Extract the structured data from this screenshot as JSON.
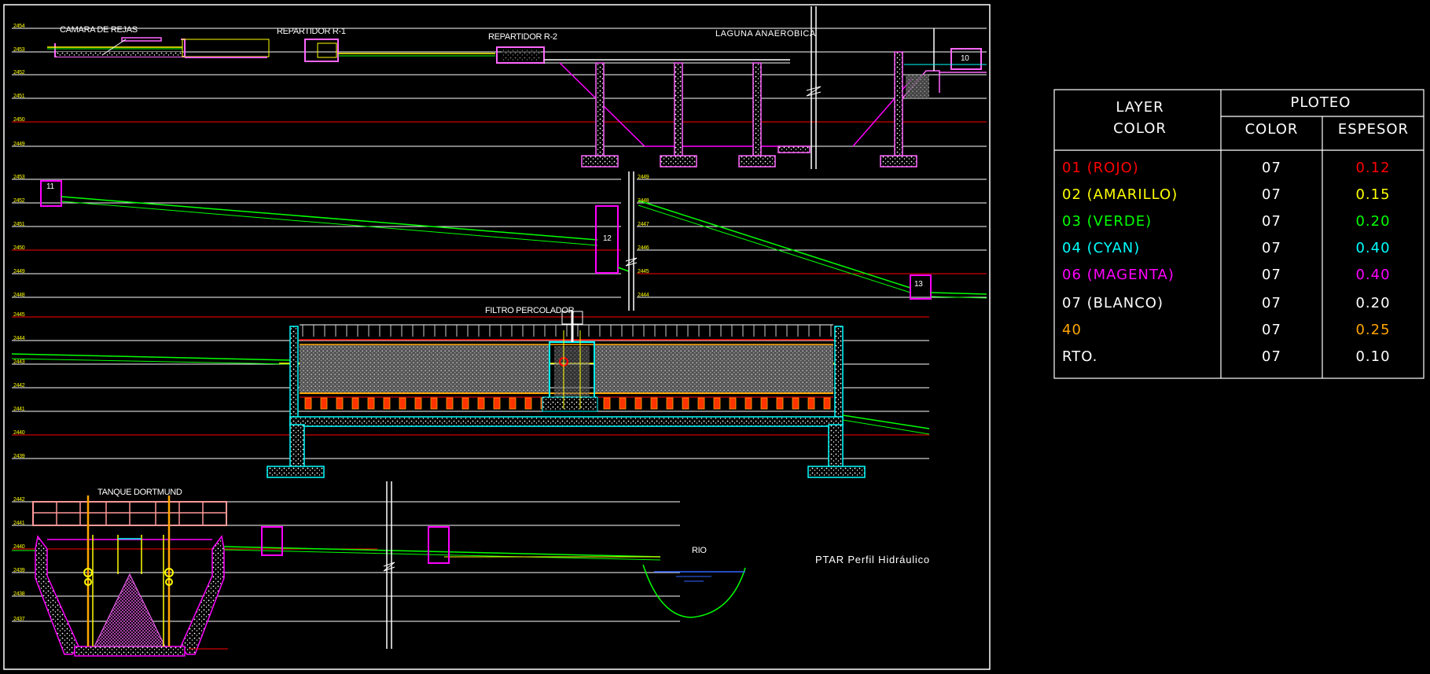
{
  "drawing": {
    "title_caption": "PTAR Perfil Hidráulico",
    "labels": {
      "camara": "CAMARA DE REJAS",
      "rep1": "REPARTIDOR R-1",
      "rep2": "REPARTIDOR R-2",
      "laguna": "LAGUNA ANAEROBICA",
      "filtro": "FILTRO PERCOLADOR",
      "tanque": "TANQUE DORTMUND",
      "rio": "RIO"
    },
    "box_numbers": [
      "11",
      "12",
      "13",
      "10"
    ],
    "elev_top": [
      "2454",
      "2453",
      "2452",
      "2451",
      "2450",
      "2449"
    ],
    "elev_mid": [
      "2453",
      "2452",
      "2451",
      "2450",
      "2449",
      "2448"
    ],
    "elev_mid_right": [
      "2449",
      "2448",
      "2447",
      "2446",
      "2445",
      "2444"
    ],
    "elev_filter": [
      "2445",
      "2444",
      "2443",
      "2442",
      "2441",
      "2440",
      "2439"
    ],
    "elev_bottom": [
      "2442",
      "2441",
      "2440",
      "2439",
      "2438",
      "2437"
    ],
    "colors": {
      "red": "#ff0000",
      "yellow": "#ffff00",
      "green": "#00ff00",
      "cyan": "#00ffff",
      "magenta": "#ff00ff",
      "white": "#ffffff",
      "orange": "#ffa500"
    }
  },
  "legend": {
    "layer_header": "LAYER",
    "color_header_left": "COLOR",
    "ploteo_header": "PLOTEO",
    "color_header": "COLOR",
    "espesor_header": "ESPESOR",
    "rows": [
      {
        "layer": "01  (ROJO)",
        "color": "07",
        "espesor": "0.12",
        "hex": "#ff0000"
      },
      {
        "layer": "02  (AMARILLO)",
        "color": "07",
        "espesor": "0.15",
        "hex": "#ffff00"
      },
      {
        "layer": "03  (VERDE)",
        "color": "07",
        "espesor": "0.20",
        "hex": "#00ff00"
      },
      {
        "layer": "04  (CYAN)",
        "color": "07",
        "espesor": "0.40",
        "hex": "#00ffff"
      },
      {
        "layer": "06  (MAGENTA)",
        "color": "07",
        "espesor": "0.40",
        "hex": "#ff00ff"
      },
      {
        "layer": "07  (BLANCO)",
        "color": "07",
        "espesor": "0.20",
        "hex": "#ffffff"
      },
      {
        "layer": "40",
        "color": "07",
        "espesor": "0.25",
        "hex": "#ffa500"
      },
      {
        "layer": "RTO.",
        "color": "07",
        "espesor": "0.10",
        "hex": "#ffffff"
      }
    ]
  }
}
